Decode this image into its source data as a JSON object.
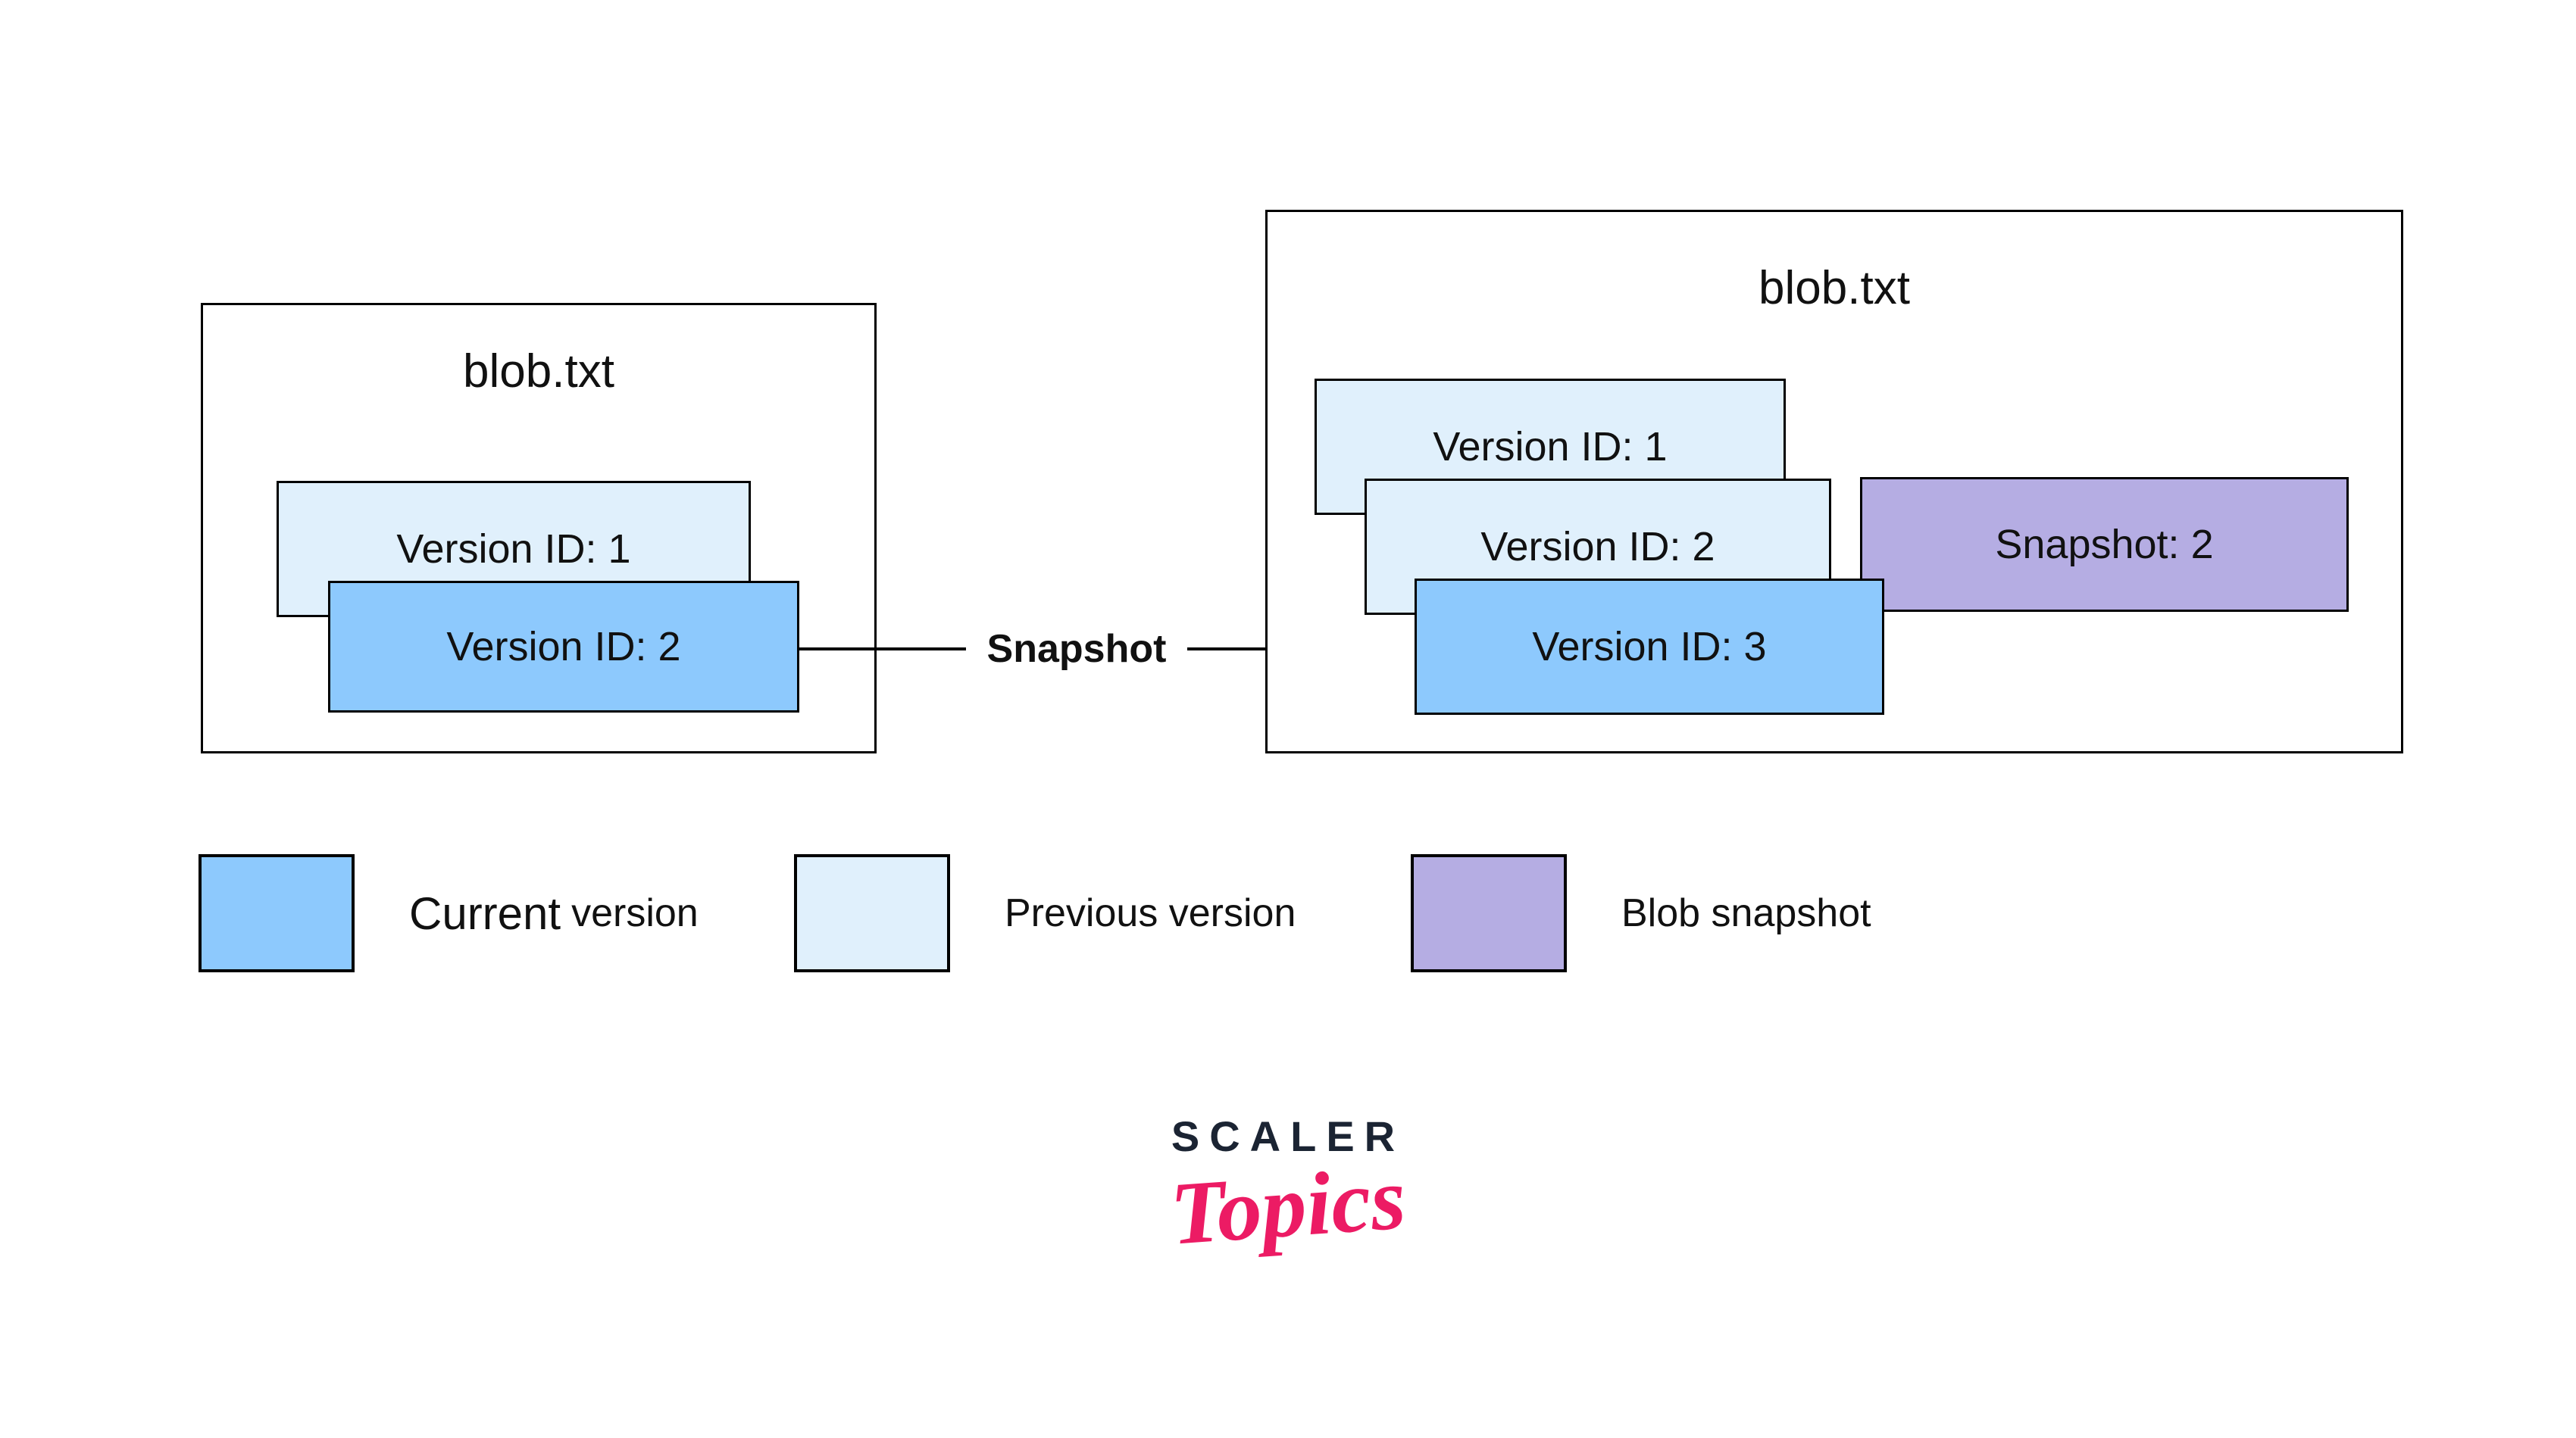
{
  "colors": {
    "current": "#8DC9FD",
    "previous": "#E0F0FC",
    "snapshot": "#B5ADE3",
    "outline": "#000000",
    "text": "#111111",
    "brand_navy": "#1B2433",
    "brand_pink": "#EC1B64"
  },
  "left_blob": {
    "title": "blob.txt",
    "versions": [
      {
        "label": "Version ID: 1",
        "state": "previous"
      },
      {
        "label": "Version ID: 2",
        "state": "current"
      }
    ]
  },
  "arrow": {
    "label": "Snapshot"
  },
  "right_blob": {
    "title": "blob.txt",
    "versions": [
      {
        "label": "Version ID: 1",
        "state": "previous"
      },
      {
        "label": "Version ID: 2",
        "state": "previous"
      },
      {
        "label": "Version ID: 3",
        "state": "current"
      }
    ],
    "snapshot": {
      "label": "Snapshot: 2"
    }
  },
  "legend": {
    "items": [
      {
        "emphasis": "Current",
        "label": "version",
        "swatch": "current"
      },
      {
        "label": "Previous version",
        "swatch": "previous"
      },
      {
        "label": "Blob snapshot",
        "swatch": "snapshot"
      }
    ]
  },
  "branding": {
    "name": "SCALER",
    "sub": "Topics"
  }
}
